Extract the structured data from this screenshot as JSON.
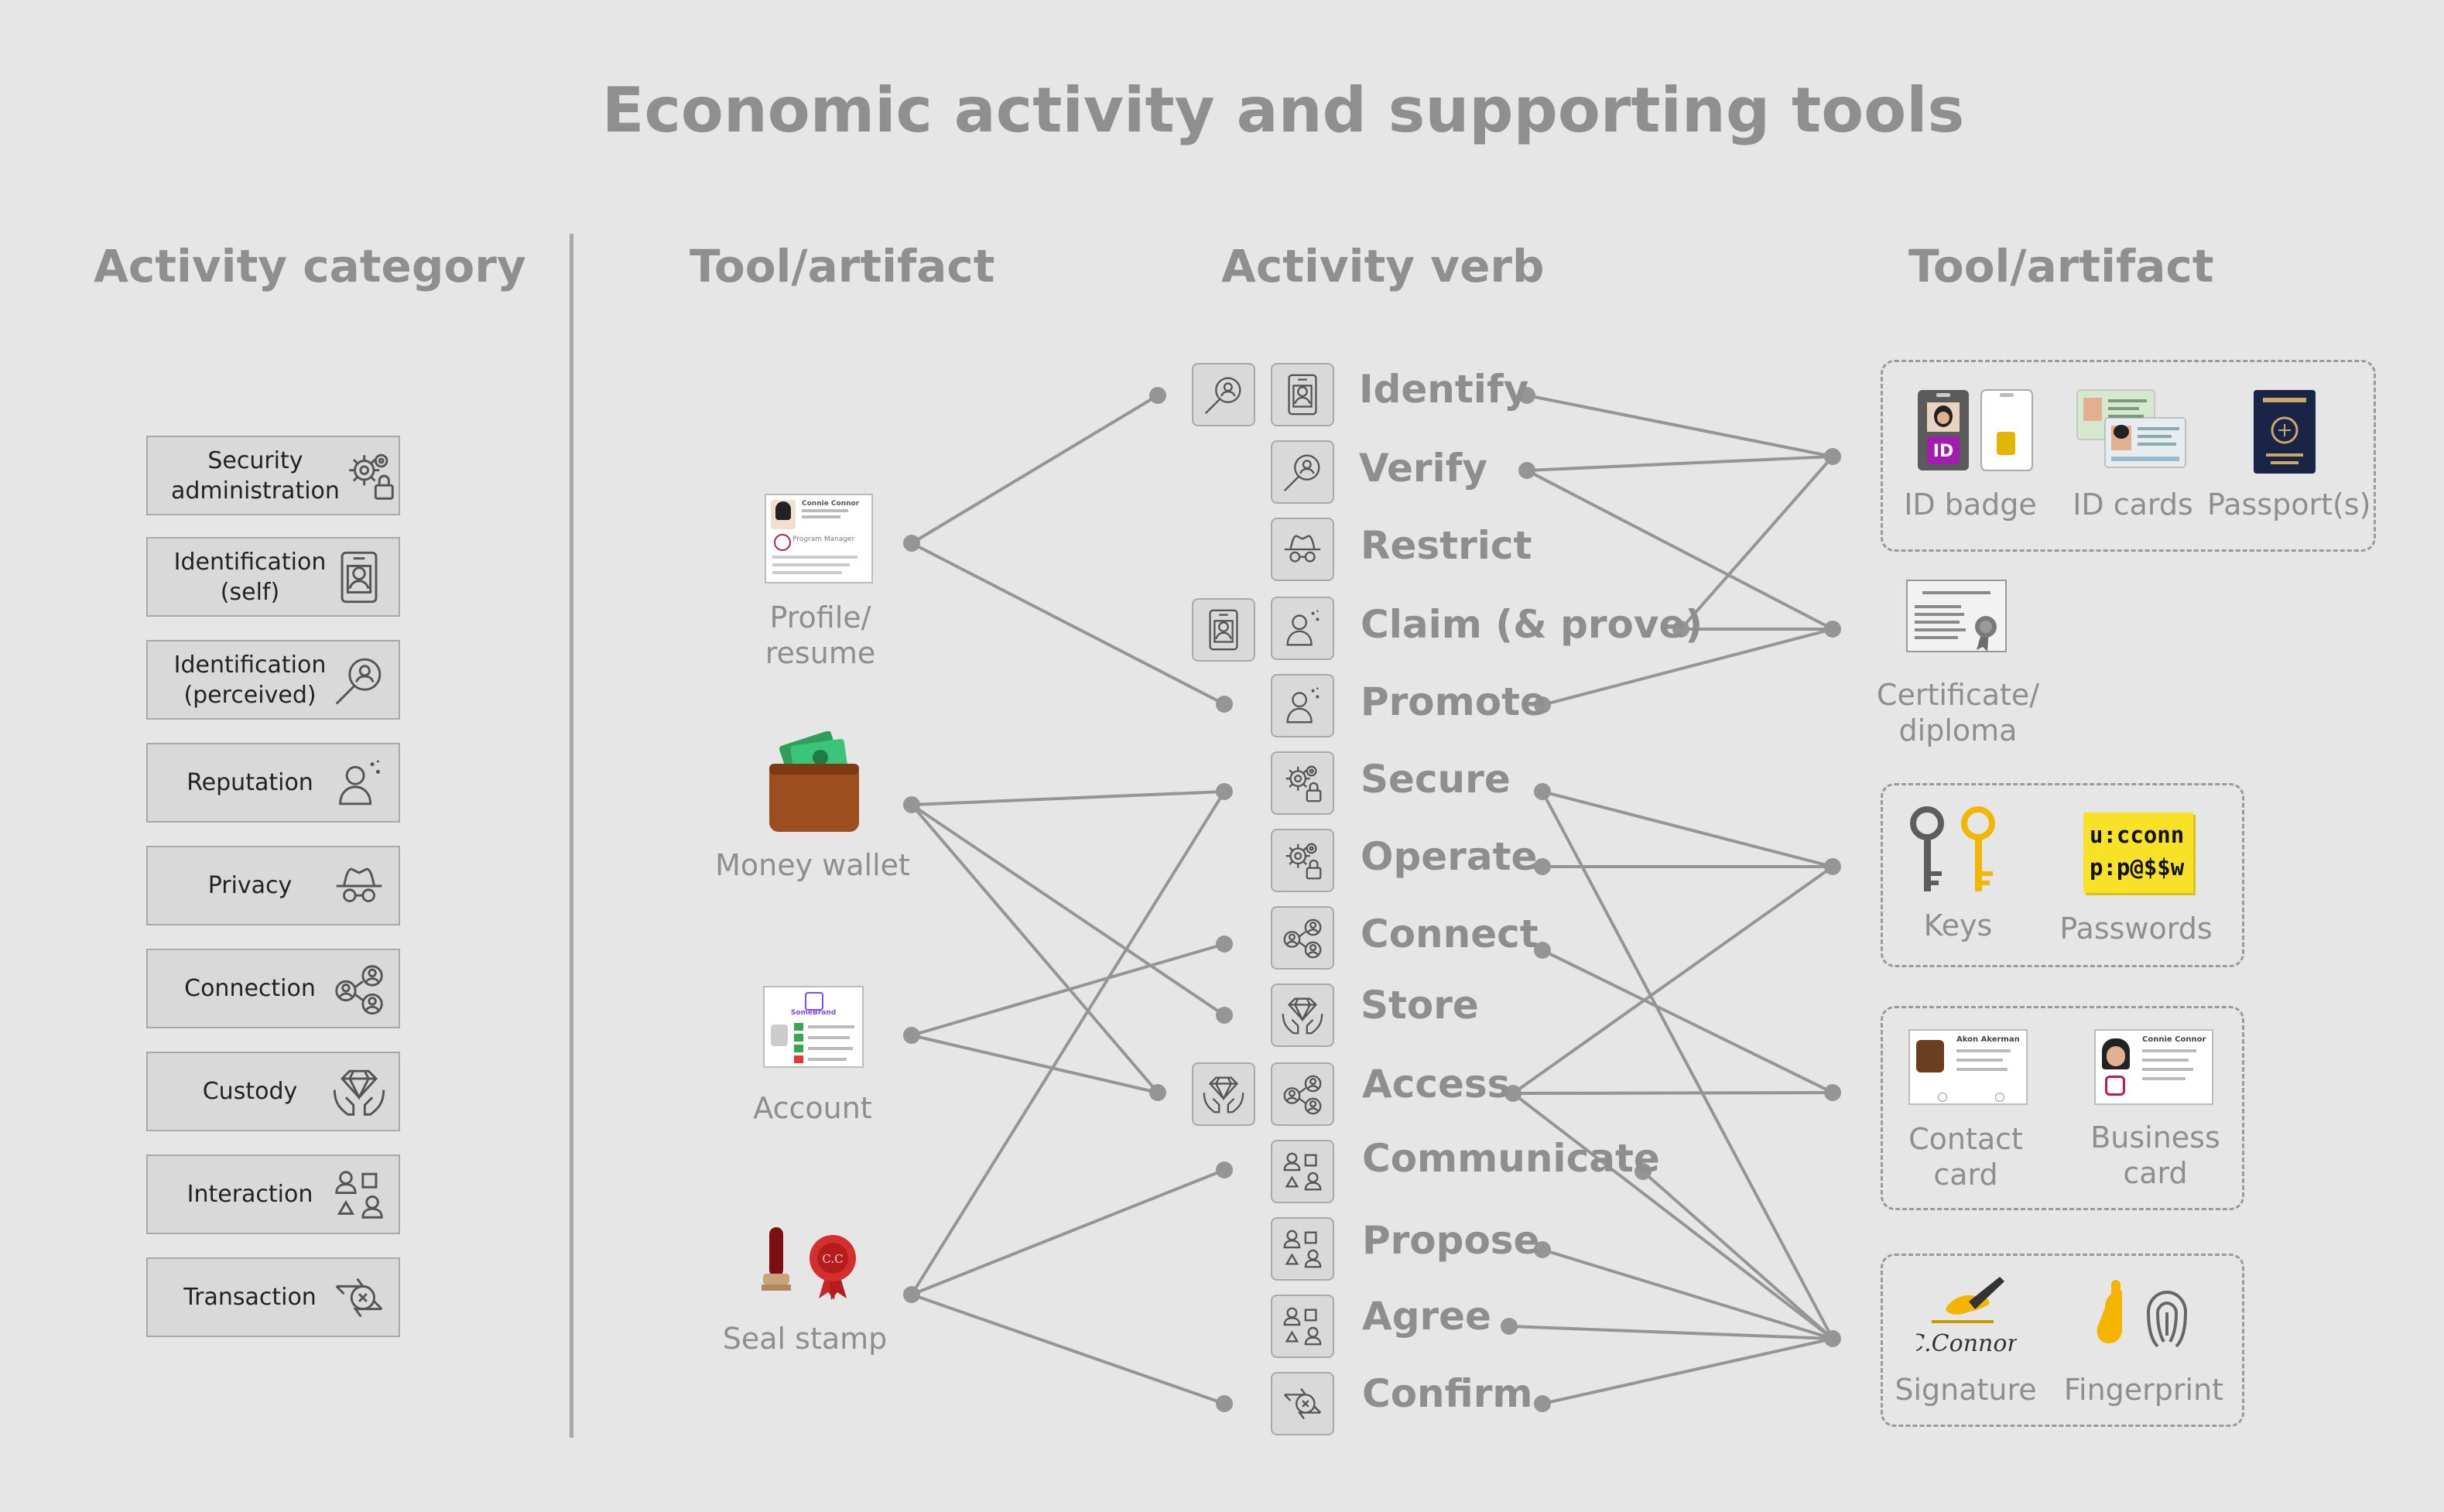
{
  "title": "Economic activity and supporting tools",
  "headers": {
    "category": "Activity category",
    "tool_left": "Tool/artifact",
    "verb": "Activity verb",
    "tool_right": "Tool/artifact"
  },
  "categories": [
    {
      "label": "Security administration",
      "icon": "gear-lock-icon"
    },
    {
      "label": "Identification (self)",
      "icon": "id-badge-icon"
    },
    {
      "label": "Identification (perceived)",
      "icon": "magnifier-person-icon"
    },
    {
      "label": "Reputation",
      "icon": "person-sparkle-icon"
    },
    {
      "label": "Privacy",
      "icon": "incognito-icon"
    },
    {
      "label": "Connection",
      "icon": "people-network-icon"
    },
    {
      "label": "Custody",
      "icon": "hands-gem-icon"
    },
    {
      "label": "Interaction",
      "icon": "people-shapes-icon"
    },
    {
      "label": "Transaction",
      "icon": "exchange-arrows-icon"
    }
  ],
  "left_tools": [
    {
      "label": "Profile/ resume"
    },
    {
      "label": "Money wallet"
    },
    {
      "label": "Account"
    },
    {
      "label": "Seal stamp"
    }
  ],
  "verbs": [
    "Identify",
    "Verify",
    "Restrict",
    "Claim (& prove)",
    "Promote",
    "Secure",
    "Operate",
    "Connect",
    "Store",
    "Access",
    "Communicate",
    "Propose",
    "Agree",
    "Confirm"
  ],
  "right_tools": {
    "id_badge": "ID badge",
    "id_cards": "ID cards",
    "passports": "Passport(s)",
    "certificate": "Certificate/ diploma",
    "keys": "Keys",
    "passwords": "Passwords",
    "contact_card": "Contact card",
    "business_card": "Business card",
    "signature": "Signature",
    "fingerprint": "Fingerprint"
  },
  "artifact_text": {
    "id_text": "ID",
    "password_text_1": "u:cconn",
    "password_text_2": "p:p@$$w",
    "signature_text": "C.Connor",
    "profile_name": "Connie Connor",
    "profile_role": "Program Manager",
    "account_brand": "SomeBrand",
    "contact_name": "Akon Akerman",
    "business_name": "Connie Connor",
    "seal_text": "C.C"
  }
}
